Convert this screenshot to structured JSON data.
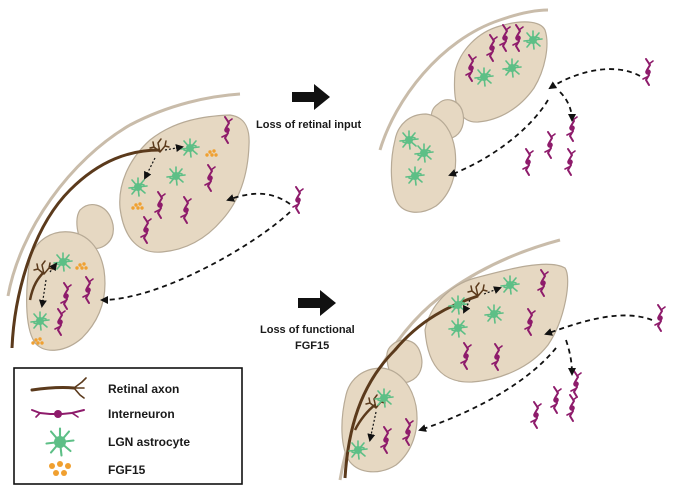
{
  "arrow_labels": {
    "top": [
      "Loss of retinal input"
    ],
    "bottom": [
      "Loss of functional",
      "FGF15"
    ]
  },
  "legend": {
    "items": [
      {
        "icon": "retinal-axon-icon",
        "label": "Retinal axon"
      },
      {
        "icon": "interneuron-icon",
        "label": "Interneuron"
      },
      {
        "icon": "astrocyte-icon",
        "label": "LGN astrocyte"
      },
      {
        "icon": "fgf15-dots-icon",
        "label": "FGF15"
      }
    ]
  },
  "colors": {
    "tissue": "#e6d8c2",
    "tissue_edge": "#b7aa96",
    "outer_line": "#c9bcaa",
    "axon": "#5b3a1c",
    "interneuron": "#8e1b6b",
    "astrocyte": "#5dbf86",
    "fgf15": "#f0a030",
    "arrow": "#111111"
  }
}
